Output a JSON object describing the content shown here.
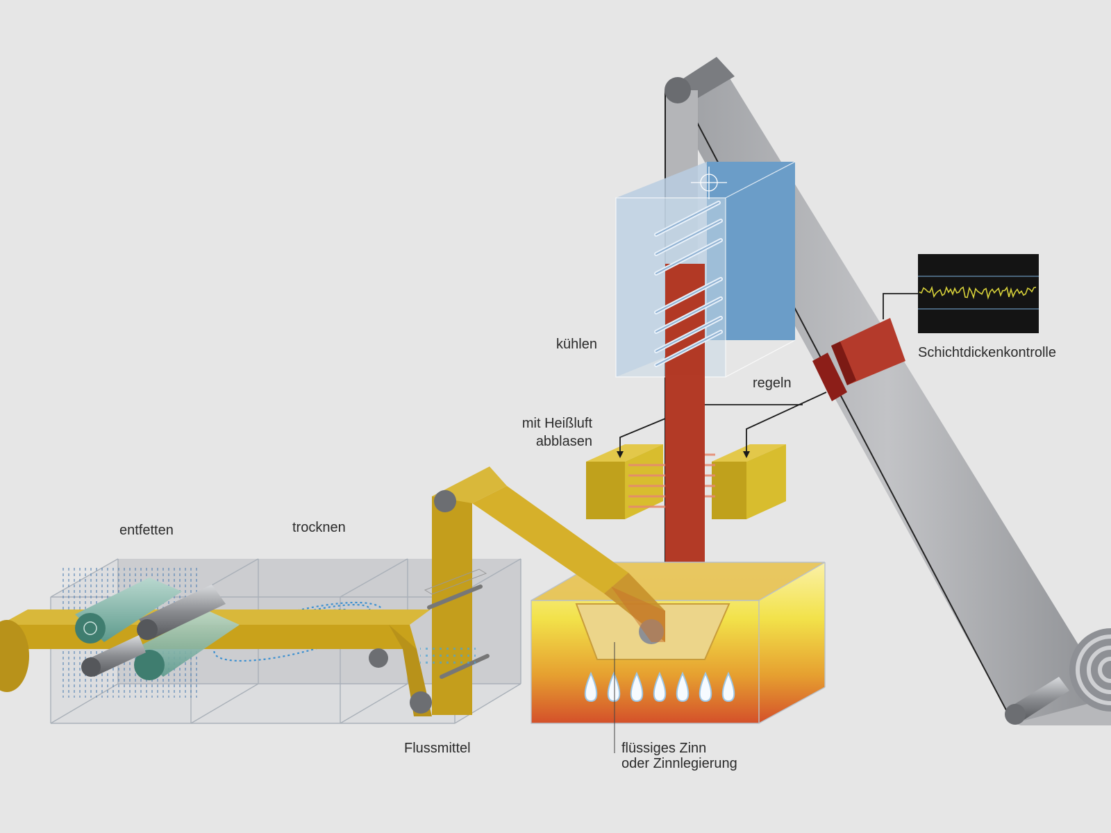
{
  "labels": {
    "entfetten": "entfetten",
    "trocknen": "trocknen",
    "flussmittel": "Flussmittel",
    "fluessiges_zinn_line1": "flüssiges Zinn",
    "fluessiges_zinn_line2": "oder Zinnlegierung",
    "heissluft_line1": "mit Heißluft",
    "heissluft_line2": "abblasen",
    "kuehlen": "kühlen",
    "regeln": "regeln",
    "schichtdicke": "Schichtdickenkontrolle"
  },
  "colors": {
    "background": "#e6e6e6",
    "strip_raw": "#c9a21b",
    "strip_hot": "#b33a26",
    "strip_coated": "#a9a9ab",
    "air_knife": "#d8bd2e",
    "cooling_box": "#6b9dc8",
    "monitor": "#141414",
    "signal": "#d8d23a",
    "sensor": "#b43a2b"
  },
  "icons": [
    "crosshair-icon",
    "flame-icon",
    "signal-trace-icon"
  ]
}
